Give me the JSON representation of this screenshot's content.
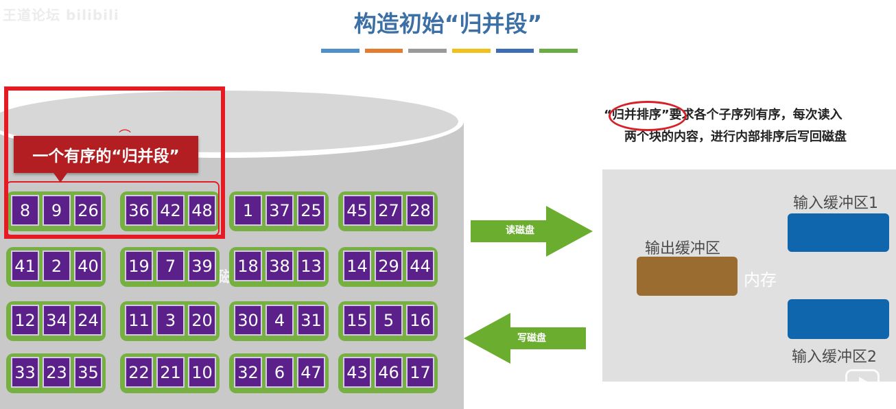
{
  "watermark": "王道论坛 bilibili",
  "title": "构造初始“归并段”",
  "color_strip": [
    "#4f8fca",
    "#e47b2f",
    "#9a9a9a",
    "#f2c01a",
    "#3d6db5",
    "#6aad47"
  ],
  "disk": {
    "label": "磁盘",
    "rows": [
      [
        [
          8,
          9,
          26
        ],
        [
          36,
          42,
          48
        ],
        [
          1,
          37,
          25
        ],
        [
          45,
          27,
          28
        ]
      ],
      [
        [
          41,
          2,
          40
        ],
        [
          19,
          7,
          39
        ],
        [
          18,
          38,
          13
        ],
        [
          14,
          29,
          44
        ]
      ],
      [
        [
          12,
          34,
          24
        ],
        [
          11,
          3,
          20
        ],
        [
          30,
          4,
          31
        ],
        [
          15,
          5,
          16
        ]
      ],
      [
        [
          33,
          23,
          35
        ],
        [
          22,
          21,
          10
        ],
        [
          32,
          6,
          47
        ],
        [
          43,
          46,
          17
        ]
      ]
    ]
  },
  "callout": "一个有序的“归并段”",
  "arrows": {
    "read": "读磁盘",
    "write": "写磁盘"
  },
  "note": {
    "highlight": "“归并排序”",
    "line1_rest": "要求各个子序列有序，每次读入",
    "line2": "两个块的内容，进行内部排序后写回磁盘"
  },
  "memory": {
    "label": "内存",
    "output_buffer": "输出缓冲区",
    "input_buffer_1": "输入缓冲区1",
    "input_buffer_2": "输入缓冲区2"
  },
  "colors": {
    "title": "#3b6fa6",
    "cell": "#5b2089",
    "block": "#76b041",
    "arrow": "#6aad2f",
    "annotation_red": "#e41b23",
    "input_buffer": "#1066ad",
    "output_buffer": "#9a6c2f"
  },
  "icons": [
    "play-icon"
  ]
}
